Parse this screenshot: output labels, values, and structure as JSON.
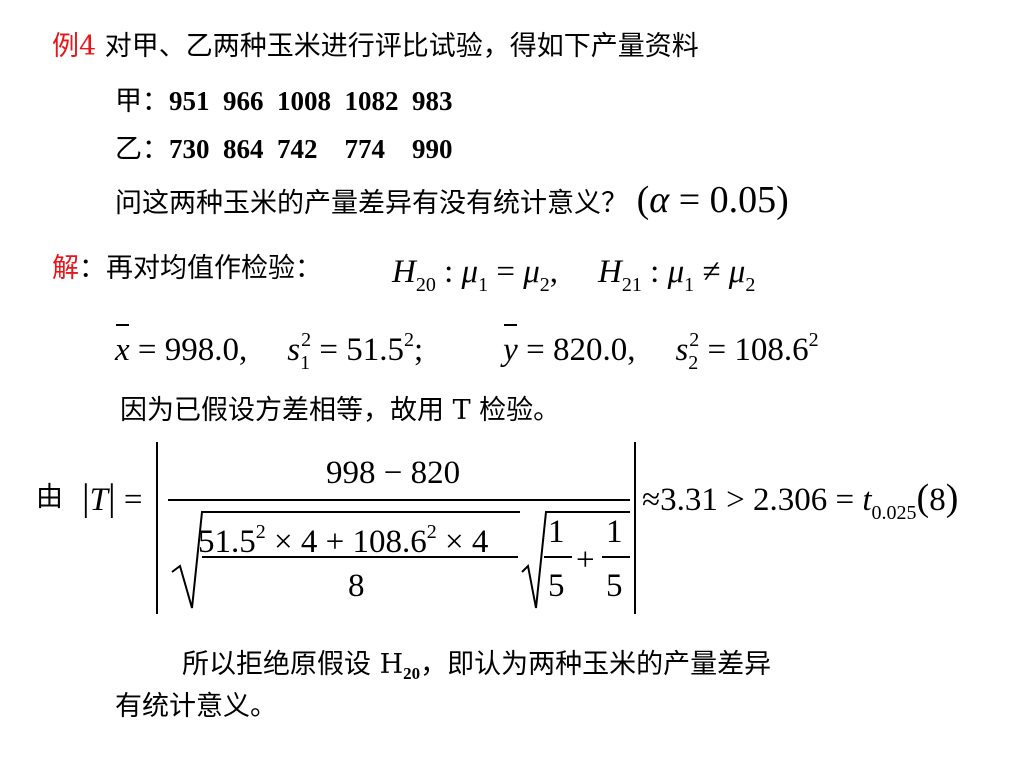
{
  "example": {
    "label": "例4",
    "title": "对甲、乙两种玉米进行评比试验，得如下产量资料",
    "jia_label": "甲：",
    "jia_values": "951  966  1008  1082  983",
    "yi_label": "乙：",
    "yi_values": "730  864  742    774    990",
    "question": "问这两种玉米的产量差异有没有统计意义？",
    "alpha_value": "0.05"
  },
  "solution": {
    "label": "解",
    "intro": "：再对均值作检验：",
    "h0": "H20 : μ1 = μ2",
    "h1": "H21 : μ1 ≠ μ2",
    "xbar": "998.0",
    "s1_sq": "51.5",
    "ybar": "820.0",
    "s2_sq": "108.6",
    "note": "因为已假设方差相等，故用 T 检验。",
    "you": "由",
    "numerator": "998 − 820",
    "under_root_a": "51.5",
    "under_root_b": "× 4 + 108.6",
    "under_root_c": "× 4",
    "under_root_den": "8",
    "frac_one": "1",
    "frac_five": "5",
    "approx_value": "3.31",
    "critical_value": "2.306",
    "t_sub": "0.025",
    "df": "8",
    "conclusion_1": "所以拒绝原假设 H",
    "conclusion_sub": "20",
    "conclusion_2": "，即认为两种玉米的产量差异",
    "conclusion_3": "有统计意义。"
  }
}
